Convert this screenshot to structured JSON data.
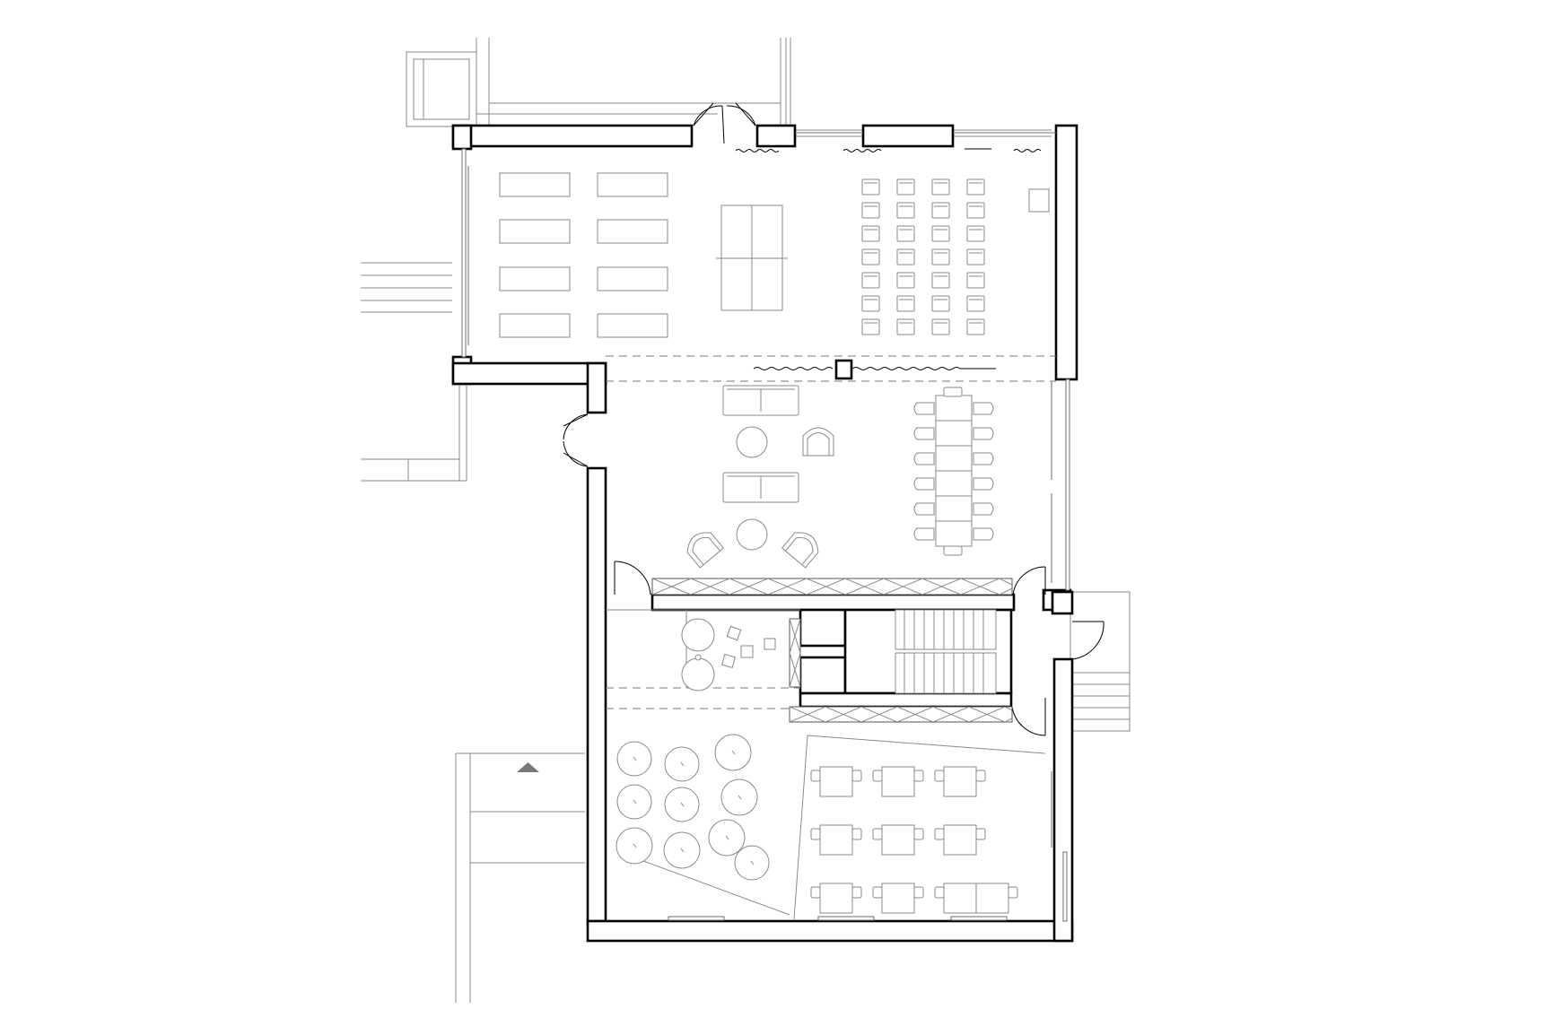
{
  "drawing": {
    "kind": "architectural-floor-plan",
    "colors": {
      "wall": "#000000",
      "furniture": "#8a8a8a",
      "background": "#ffffff",
      "north_arrow": "#777777"
    },
    "rooms": [
      {
        "id": "hall",
        "furniture": [
          "desk",
          "desk",
          "desk",
          "desk",
          "desk",
          "desk",
          "desk",
          "desk",
          "table-tennis-table",
          "chair-grid-7x4",
          "cabinet"
        ]
      },
      {
        "id": "lounge",
        "furniture": [
          "sofa",
          "sofa",
          "round-table",
          "round-table",
          "armchair",
          "armchair",
          "armchair",
          "long-meeting-table"
        ]
      },
      {
        "id": "stair-core",
        "furniture": [
          "staircase"
        ]
      },
      {
        "id": "small-lounge",
        "furniture": [
          "round-table",
          "round-table",
          "round-table",
          "stool",
          "stool",
          "stool",
          "stool"
        ]
      },
      {
        "id": "cafe",
        "furniture": [
          "round-table",
          "square-table-with-chairs"
        ]
      }
    ],
    "symbols": [
      "north-arrow-icon",
      "door-icon",
      "window-icon",
      "curtain-icon"
    ]
  }
}
